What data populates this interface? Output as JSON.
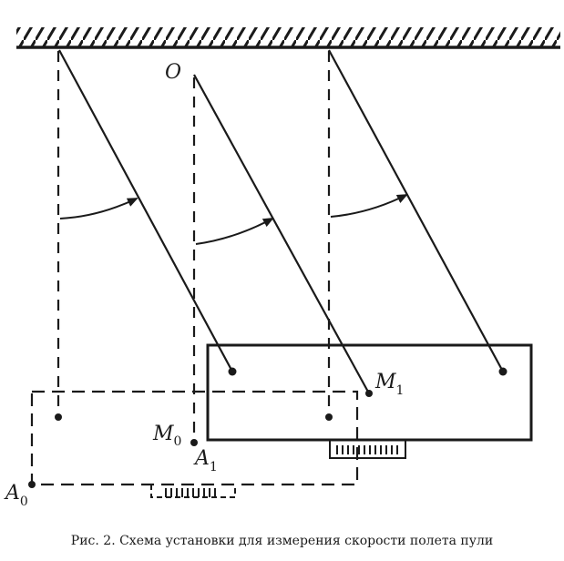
{
  "diagram": {
    "labels": {
      "pivot": "O",
      "m1_main": "M",
      "m1_sub": "1",
      "m0_main": "M",
      "m0_sub": "0",
      "a1_main": "A",
      "a1_sub": "1",
      "a0_main": "A",
      "a0_sub": "0"
    },
    "colors": {
      "ink": "#1a1a1a",
      "background": "#ffffff"
    }
  },
  "caption": "Рис. 2. Схема установки для измерения скорости полета пули"
}
